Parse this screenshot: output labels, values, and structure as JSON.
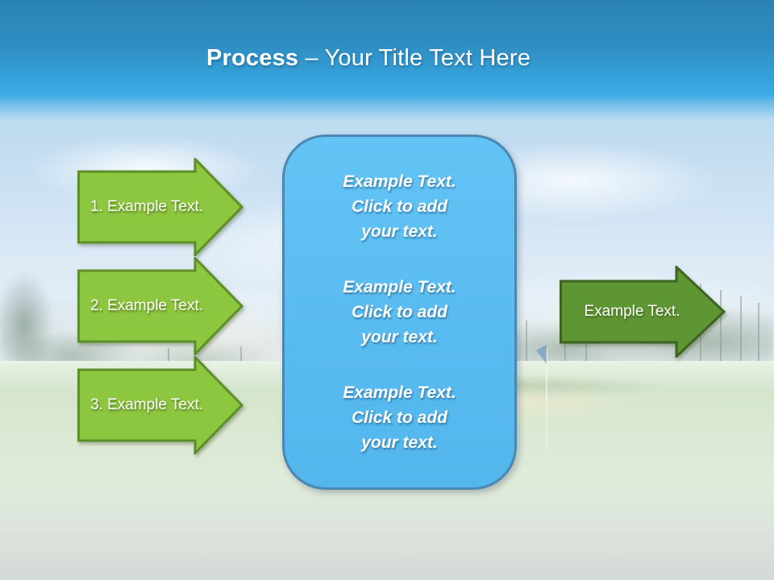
{
  "title": {
    "bold": "Process",
    "rest": " – Your Title Text Here"
  },
  "left_arrows": [
    {
      "label": "1. Example Text."
    },
    {
      "label": "2. Example Text."
    },
    {
      "label": "3. Example Text."
    }
  ],
  "center_box": {
    "paragraphs": [
      "Example Text.\nClick  to add\nyour text.",
      "Example Text.\nClick  to add\nyour text.",
      "Example Text.\nClick  to add\nyour text."
    ]
  },
  "right_arrow": {
    "label": "Example Text."
  },
  "colors": {
    "header_top": "#2b84b6",
    "header_bottom": "#3aa9e4",
    "left_arrow_fill": "#8dc63f",
    "left_arrow_border": "#5d8f28",
    "right_arrow_fill": "#5e9633",
    "right_arrow_border": "#3e6421",
    "box_fill": "#5cbff2",
    "box_border": "#4a87b2",
    "text": "#ffffff"
  },
  "background": {
    "scene": "golf-course-photo"
  }
}
